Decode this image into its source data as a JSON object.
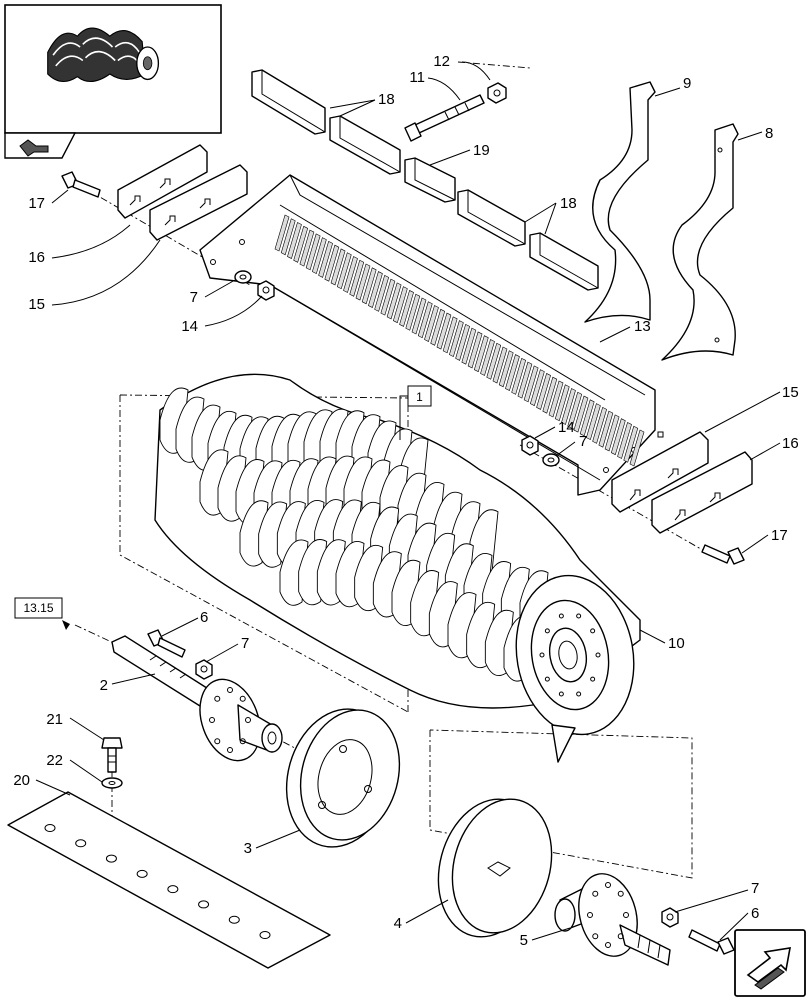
{
  "diagram": {
    "callouts": [
      {
        "id": "c12",
        "label": "12"
      },
      {
        "id": "c11",
        "label": "11"
      },
      {
        "id": "c9",
        "label": "9"
      },
      {
        "id": "c8",
        "label": "8"
      },
      {
        "id": "c18a",
        "label": "18"
      },
      {
        "id": "c19",
        "label": "19"
      },
      {
        "id": "c18b",
        "label": "18"
      },
      {
        "id": "c17a",
        "label": "17"
      },
      {
        "id": "c16a",
        "label": "16"
      },
      {
        "id": "c15a",
        "label": "15"
      },
      {
        "id": "c7a",
        "label": "7"
      },
      {
        "id": "c14a",
        "label": "14"
      },
      {
        "id": "c13",
        "label": "13"
      },
      {
        "id": "c14b",
        "label": "14"
      },
      {
        "id": "c7b",
        "label": "7"
      },
      {
        "id": "c15b",
        "label": "15"
      },
      {
        "id": "c16b",
        "label": "16"
      },
      {
        "id": "c17b",
        "label": "17"
      },
      {
        "id": "c10",
        "label": "10"
      },
      {
        "id": "c6a",
        "label": "6"
      },
      {
        "id": "c7c",
        "label": "7"
      },
      {
        "id": "c2",
        "label": "2"
      },
      {
        "id": "c21",
        "label": "21"
      },
      {
        "id": "c22",
        "label": "22"
      },
      {
        "id": "c20",
        "label": "20"
      },
      {
        "id": "c3",
        "label": "3"
      },
      {
        "id": "c4",
        "label": "4"
      },
      {
        "id": "c5",
        "label": "5"
      },
      {
        "id": "c7d",
        "label": "7"
      },
      {
        "id": "c6b",
        "label": "6"
      }
    ],
    "boxed_labels": {
      "assembly_ref": "1",
      "page_ref": "13.15"
    },
    "icons": {
      "thumbnail": "rotor-assembly-thumbnail",
      "prev_page": "prev-page-arrow-icon",
      "next_page": "next-page-arrow-icon"
    },
    "colors": {
      "line": "#000000",
      "background": "#ffffff"
    }
  }
}
